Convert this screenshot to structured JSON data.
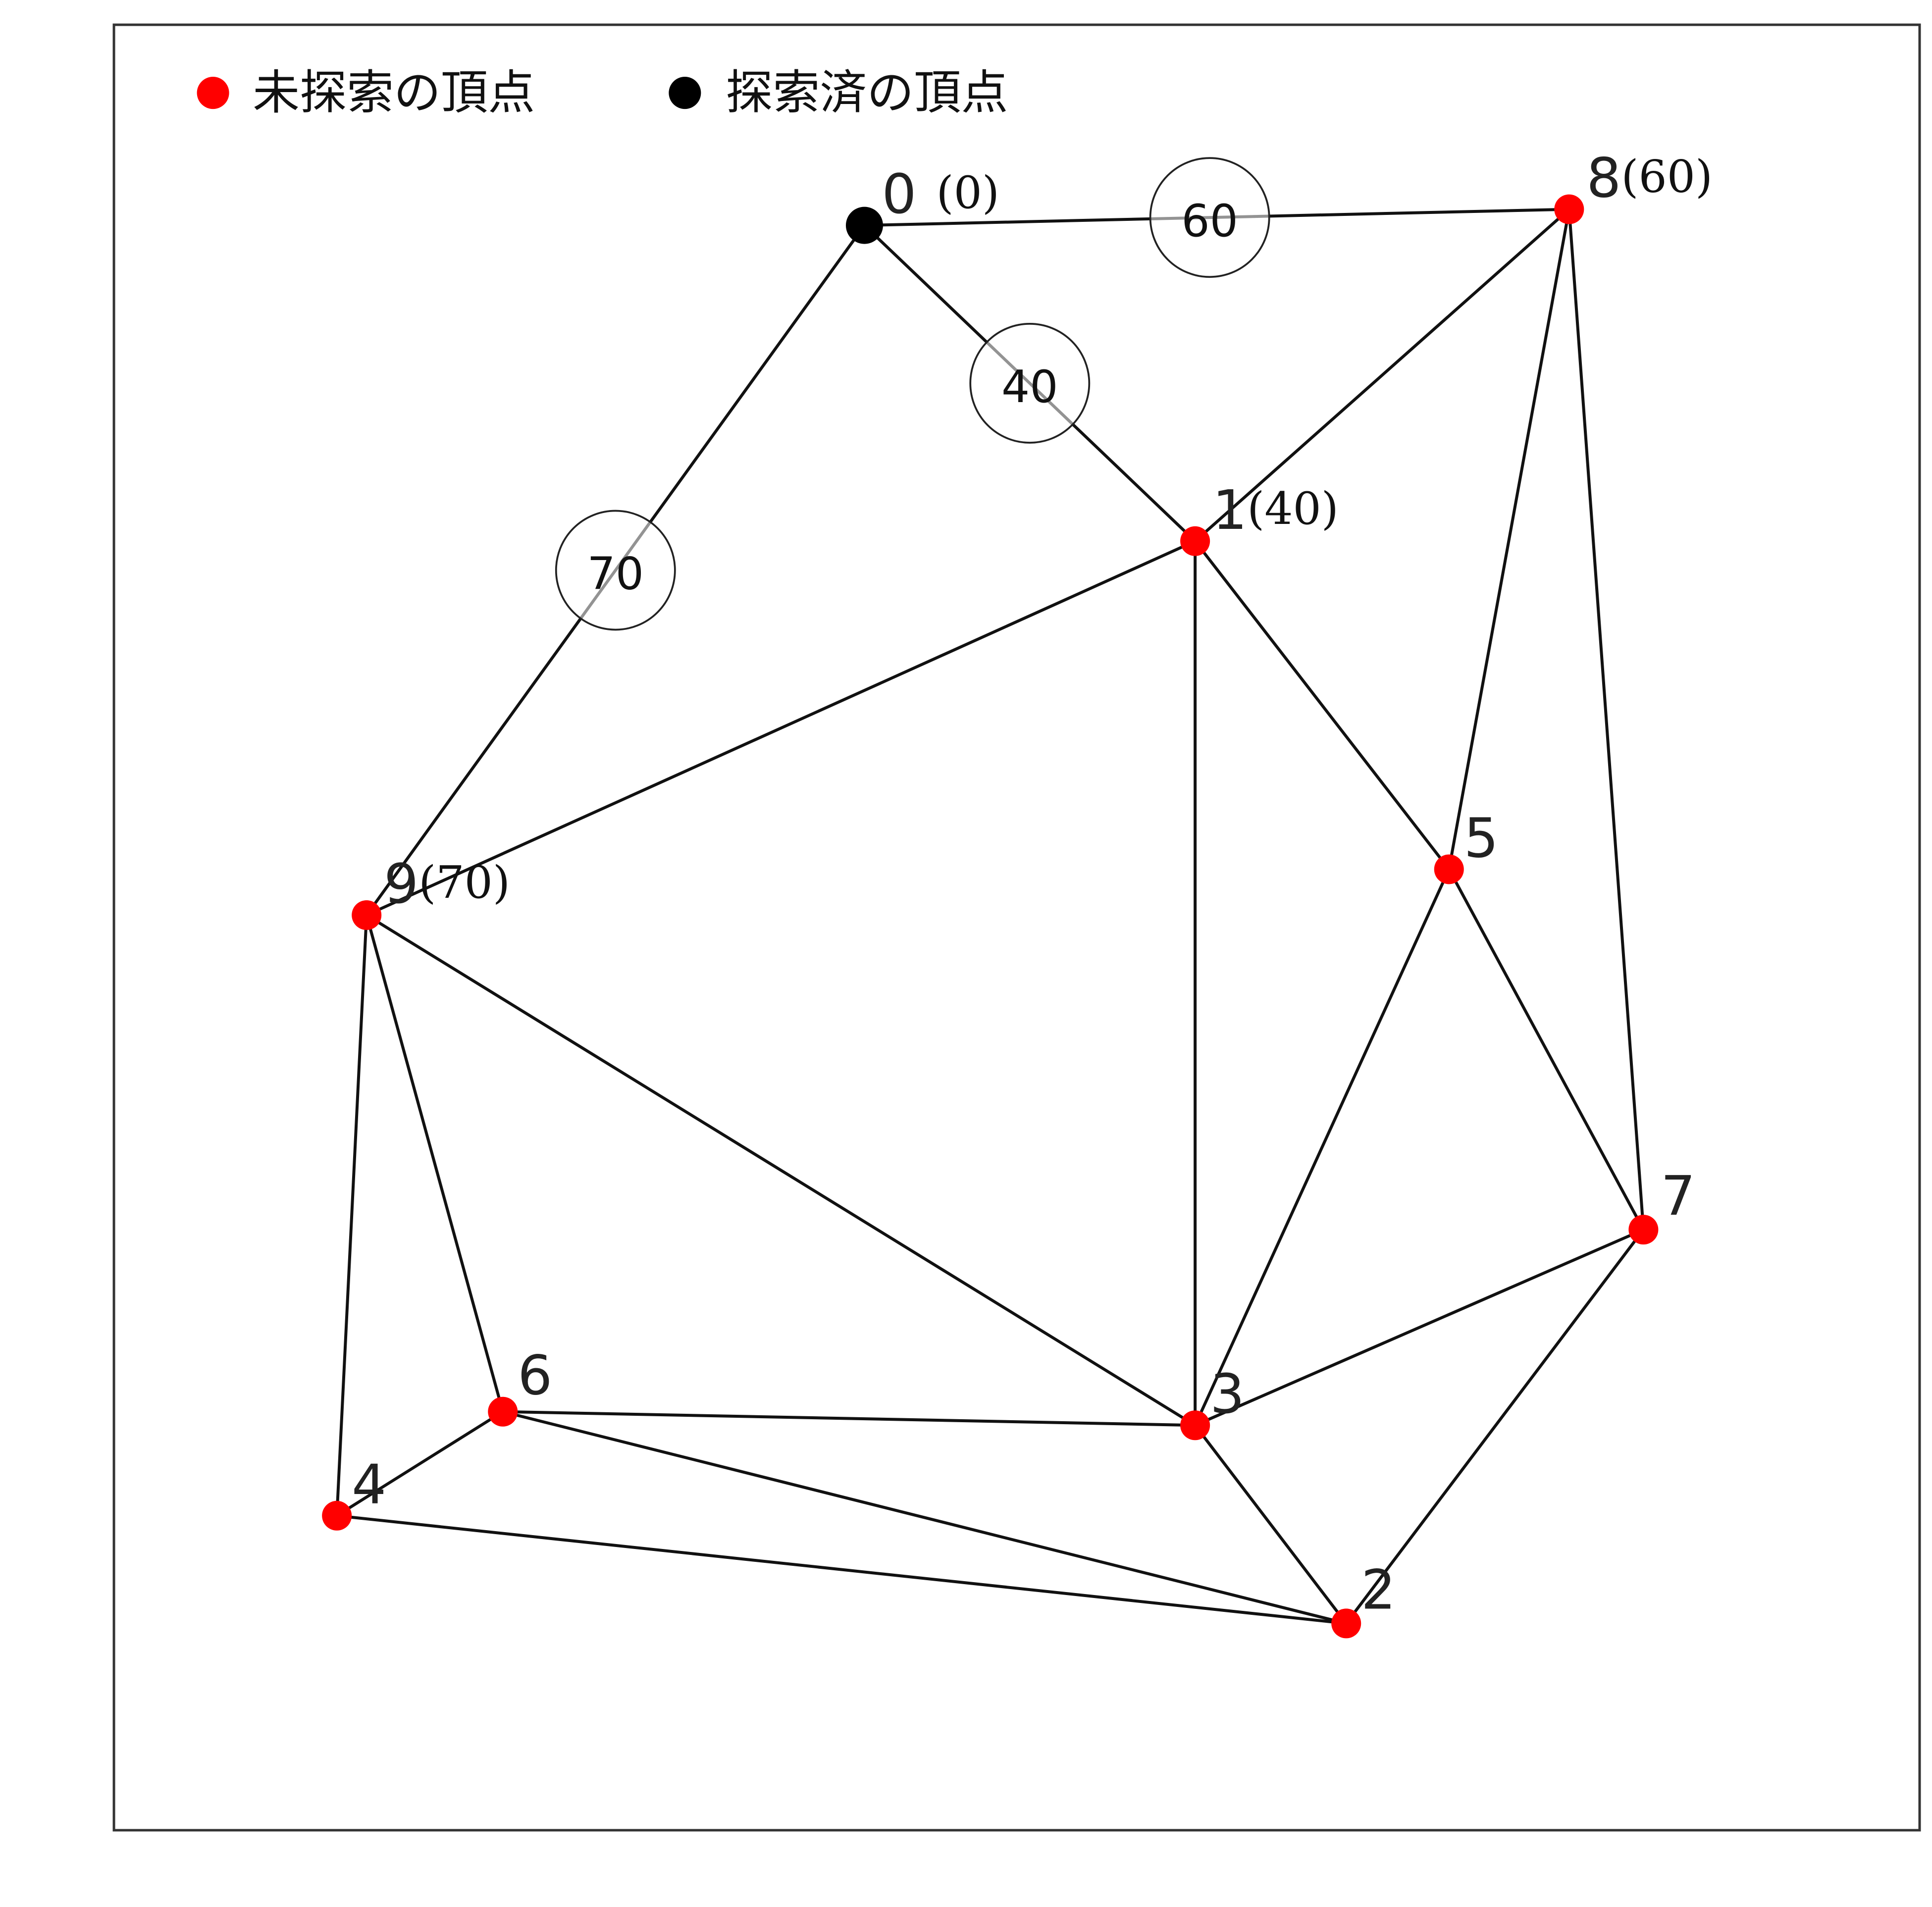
{
  "legend": {
    "unvisited": {
      "label": "未探索の頂点",
      "color": "#ff0000"
    },
    "visited": {
      "label": "探索済の頂点",
      "color": "#000000"
    }
  },
  "nodes": [
    {
      "id": 0,
      "label": "0",
      "dist": "(0)",
      "visited": true
    },
    {
      "id": 1,
      "label": "1",
      "dist": "(40)",
      "visited": false
    },
    {
      "id": 2,
      "label": "2",
      "dist": "",
      "visited": false
    },
    {
      "id": 3,
      "label": "3",
      "dist": "",
      "visited": false
    },
    {
      "id": 4,
      "label": "4",
      "dist": "",
      "visited": false
    },
    {
      "id": 5,
      "label": "5",
      "dist": "",
      "visited": false
    },
    {
      "id": 6,
      "label": "6",
      "dist": "",
      "visited": false
    },
    {
      "id": 7,
      "label": "7",
      "dist": "",
      "visited": false
    },
    {
      "id": 8,
      "label": "8",
      "dist": "(60)",
      "visited": false
    },
    {
      "id": 9,
      "label": "9",
      "dist": "(70)",
      "visited": false
    }
  ],
  "edges": [
    [
      0,
      8
    ],
    [
      0,
      1
    ],
    [
      0,
      9
    ],
    [
      8,
      1
    ],
    [
      8,
      5
    ],
    [
      8,
      7
    ],
    [
      1,
      9
    ],
    [
      1,
      3
    ],
    [
      1,
      5
    ],
    [
      5,
      3
    ],
    [
      5,
      7
    ],
    [
      7,
      3
    ],
    [
      7,
      2
    ],
    [
      9,
      3
    ],
    [
      9,
      6
    ],
    [
      9,
      4
    ],
    [
      6,
      3
    ],
    [
      6,
      4
    ],
    [
      6,
      2
    ],
    [
      4,
      2
    ],
    [
      3,
      2
    ]
  ],
  "edge_weights": [
    {
      "from": 0,
      "to": 8,
      "weight": "60"
    },
    {
      "from": 0,
      "to": 1,
      "weight": "40"
    },
    {
      "from": 0,
      "to": 9,
      "weight": "70"
    }
  ]
}
